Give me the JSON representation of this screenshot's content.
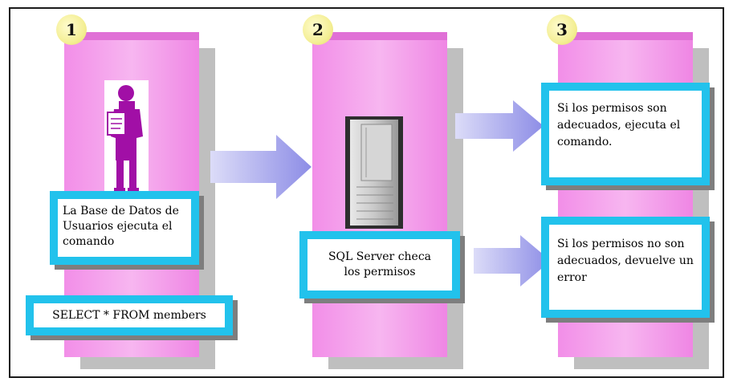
{
  "steps": [
    {
      "number": "1",
      "caption": "La Base de Datos de Usuarios ejecuta el comando",
      "command": "SELECT * FROM members"
    },
    {
      "number": "2",
      "caption": "SQL Server checa los permisos"
    },
    {
      "number": "3",
      "success": "Si los permisos son adecuados, ejecuta el comando.",
      "failure": "Si los permisos no son adecuados, devuelve un error"
    }
  ],
  "icons": {
    "step1": "person-with-document-icon",
    "step2": "server-icon",
    "arrows": "right-arrow-icon"
  },
  "colors": {
    "column": "#f7b6f0",
    "box_border": "#22c2ec",
    "badge": "#f4ef96",
    "person": "#a10fa6",
    "arrow": "#a3a3f0"
  }
}
